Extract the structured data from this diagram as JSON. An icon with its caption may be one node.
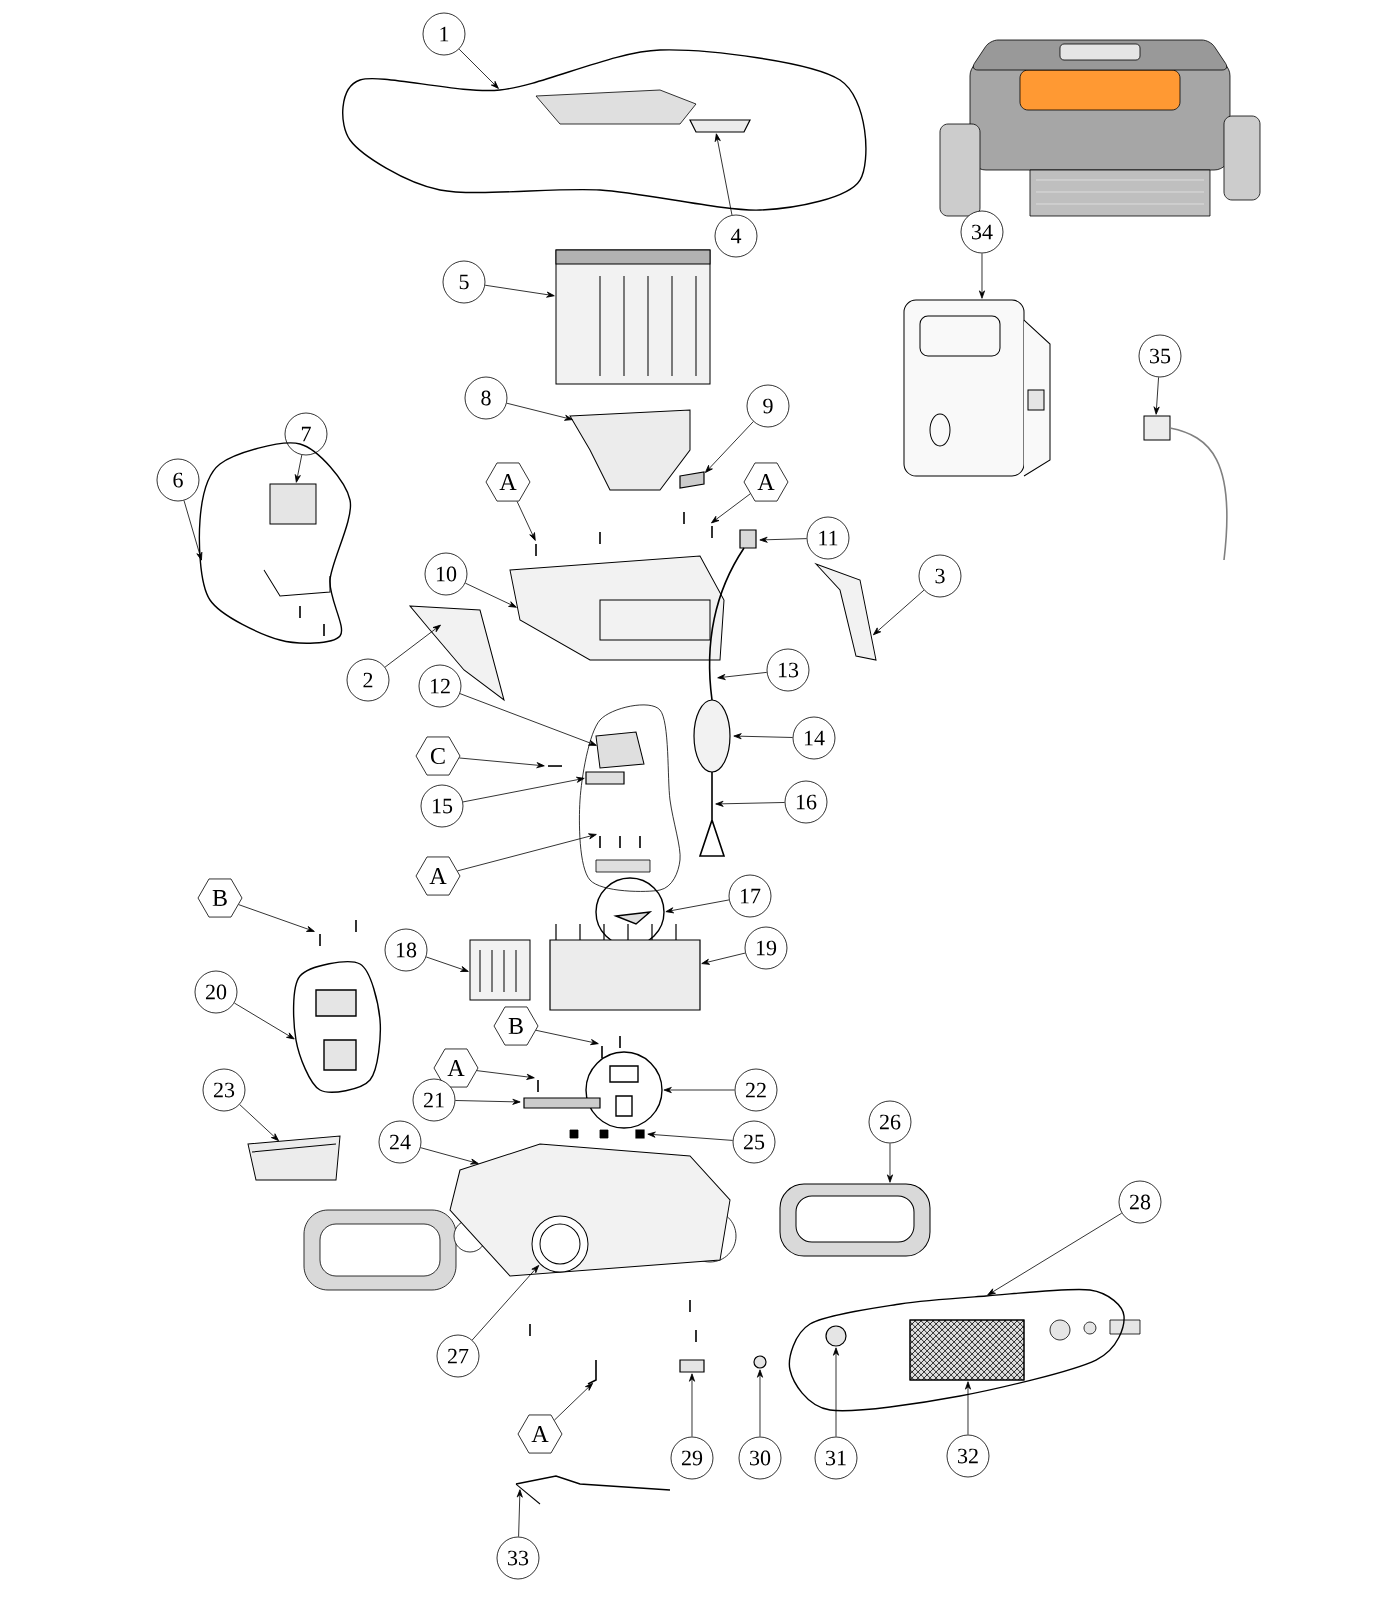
{
  "diagram": {
    "nodes": [
      {
        "text": [
          "1"
        ]
      },
      {
        "text": [
          "4"
        ]
      },
      {
        "text": [
          "5"
        ]
      },
      {
        "text": [
          "34"
        ]
      },
      {
        "text": [
          "35"
        ]
      },
      {
        "text": [
          "8"
        ]
      },
      {
        "text": [
          "9"
        ]
      },
      {
        "text": [
          "7"
        ]
      },
      {
        "text": [
          "A"
        ]
      },
      {
        "text": [
          "A"
        ]
      },
      {
        "text": [
          "6"
        ]
      },
      {
        "text": [
          "11"
        ]
      },
      {
        "text": [
          "10"
        ]
      },
      {
        "text": [
          "3"
        ]
      },
      {
        "text": [
          "2"
        ]
      },
      {
        "text": [
          "13"
        ]
      },
      {
        "text": [
          "12"
        ]
      },
      {
        "text": [
          "14"
        ]
      },
      {
        "text": [
          "C"
        ]
      },
      {
        "text": [
          "15"
        ]
      },
      {
        "text": [
          "16"
        ]
      },
      {
        "text": [
          "A"
        ]
      },
      {
        "text": [
          "17"
        ]
      },
      {
        "text": [
          "B"
        ]
      },
      {
        "text": [
          "18"
        ]
      },
      {
        "text": [
          "19"
        ]
      },
      {
        "text": [
          "20"
        ]
      },
      {
        "text": [
          "B"
        ]
      },
      {
        "text": [
          "A"
        ]
      },
      {
        "text": [
          "23"
        ]
      },
      {
        "text": [
          "22"
        ]
      },
      {
        "text": [
          "21"
        ]
      },
      {
        "text": [
          "25"
        ]
      },
      {
        "text": [
          "24"
        ]
      },
      {
        "text": [
          "26"
        ]
      },
      {
        "text": [
          "28"
        ]
      },
      {
        "text": [
          "27"
        ]
      },
      {
        "text": [
          "A"
        ]
      },
      {
        "text": [
          "29"
        ]
      },
      {
        "text": [
          "30"
        ]
      },
      {
        "text": [
          "31"
        ]
      },
      {
        "text": [
          "32"
        ]
      },
      {
        "text": [
          "33"
        ]
      },
      {
        "text": [],
        "shape": "blob"
      },
      {
        "text": [],
        "shape": "box",
        "in": 43
      },
      {
        "text": [],
        "shape": "picture"
      },
      {
        "text": [],
        "shape": "picture"
      },
      {
        "text": [],
        "shape": "picture"
      },
      {
        "text": [],
        "shape": "picture"
      },
      {
        "text": [],
        "shape": "box"
      },
      {
        "text": [],
        "shape": "blob"
      },
      {
        "text": [],
        "shape": "picture",
        "in": 50
      },
      {
        "text": [],
        "shape": "picture"
      },
      {
        "text": [],
        "shape": "picture"
      },
      {
        "text": [],
        "shape": "box"
      },
      {
        "text": [],
        "shape": "picture"
      },
      {
        "text": [],
        "shape": "picture"
      },
      {
        "text": [],
        "shape": "picture"
      },
      {
        "text": [],
        "shape": "picture"
      },
      {
        "text": [],
        "shape": "picture"
      },
      {
        "text": [],
        "shape": "ellipse"
      },
      {
        "text": [],
        "shape": "picture"
      },
      {
        "text": [],
        "shape": "box"
      },
      {
        "text": [],
        "shape": "picture"
      },
      {
        "text": [],
        "shape": "picture"
      },
      {
        "text": [],
        "shape": "blob"
      },
      {
        "text": [],
        "shape": "picture"
      },
      {
        "text": [],
        "shape": "picture"
      },
      {
        "text": [],
        "shape": "box"
      },
      {
        "text": [],
        "shape": "blob"
      },
      {
        "text": [],
        "shape": "picture"
      },
      {
        "text": [],
        "shape": "picture"
      },
      {
        "text": [],
        "shape": "picture"
      },
      {
        "text": [],
        "shape": "blob"
      },
      {
        "text": [],
        "shape": "bar"
      },
      {
        "text": [],
        "shape": "box"
      },
      {
        "text": [],
        "shape": "picture"
      },
      {
        "text": [],
        "shape": "picture"
      },
      {
        "text": [],
        "shape": "blob"
      },
      {
        "text": [],
        "shape": "picture",
        "in": 76
      },
      {
        "text": [],
        "shape": "picture"
      },
      {
        "text": [],
        "shape": "box"
      },
      {
        "text": [],
        "shape": "circle"
      },
      {
        "text": [],
        "shape": "circle",
        "in": 78
      },
      {
        "text": [],
        "shape": "picture",
        "in": 78
      },
      {
        "text": [],
        "shape": "picture"
      }
    ],
    "edges": [
      {
        "from": 0,
        "to": 43,
        "arrow": "to"
      },
      {
        "from": 1,
        "to": 44,
        "arrow": "to"
      },
      {
        "from": 2,
        "to": 45,
        "arrow": "to"
      },
      {
        "from": 3,
        "to": 46,
        "arrow": "to"
      },
      {
        "from": 4,
        "to": 47,
        "arrow": "to"
      },
      {
        "from": 5,
        "to": 48,
        "arrow": "to"
      },
      {
        "from": 6,
        "to": 49,
        "arrow": "to"
      },
      {
        "from": 7,
        "to": 51,
        "arrow": "to"
      },
      {
        "from": 8,
        "to": 52,
        "arrow": "to"
      },
      {
        "from": 9,
        "to": 53,
        "arrow": "to"
      },
      {
        "from": 10,
        "to": 50,
        "arrow": "to"
      },
      {
        "from": 11,
        "to": 54,
        "arrow": "to"
      },
      {
        "from": 12,
        "to": 55,
        "arrow": "to"
      },
      {
        "from": 13,
        "to": 56,
        "arrow": "to"
      },
      {
        "from": 14,
        "to": 57,
        "arrow": "to"
      },
      {
        "from": 15,
        "to": 58,
        "arrow": "to"
      },
      {
        "from": 16,
        "to": 59,
        "arrow": "to"
      },
      {
        "from": 17,
        "to": 60,
        "arrow": "to"
      },
      {
        "from": 18,
        "to": 61,
        "arrow": "to"
      },
      {
        "from": 19,
        "to": 62,
        "arrow": "to"
      },
      {
        "from": 20,
        "to": 63,
        "arrow": "to"
      },
      {
        "from": 21,
        "to": 64,
        "arrow": "to"
      },
      {
        "from": 22,
        "to": 65,
        "arrow": "to"
      },
      {
        "from": 23,
        "to": 66,
        "arrow": "to"
      },
      {
        "from": 24,
        "to": 67,
        "arrow": "to"
      },
      {
        "from": 25,
        "to": 68,
        "arrow": "to"
      },
      {
        "from": 26,
        "to": 69,
        "arrow": "to"
      },
      {
        "from": 27,
        "to": 70,
        "arrow": "to"
      },
      {
        "from": 28,
        "to": 71,
        "arrow": "to"
      },
      {
        "from": 29,
        "to": 72,
        "arrow": "to"
      },
      {
        "from": 30,
        "to": 73,
        "arrow": "to"
      },
      {
        "from": 31,
        "to": 74,
        "arrow": "to"
      },
      {
        "from": 32,
        "to": 75,
        "arrow": "to"
      },
      {
        "from": 33,
        "to": 76,
        "arrow": "to"
      },
      {
        "from": 34,
        "to": 77,
        "arrow": "to"
      },
      {
        "from": 35,
        "to": 78,
        "arrow": "to"
      },
      {
        "from": 36,
        "to": 79,
        "arrow": "to"
      },
      {
        "from": 37,
        "to": 80,
        "arrow": "to"
      },
      {
        "from": 38,
        "to": 81,
        "arrow": "to"
      },
      {
        "from": 39,
        "to": 82,
        "arrow": "to"
      },
      {
        "from": 40,
        "to": 83,
        "arrow": "to"
      },
      {
        "from": 41,
        "to": 84,
        "arrow": "to"
      },
      {
        "from": 42,
        "to": 85,
        "arrow": "to"
      }
    ]
  }
}
